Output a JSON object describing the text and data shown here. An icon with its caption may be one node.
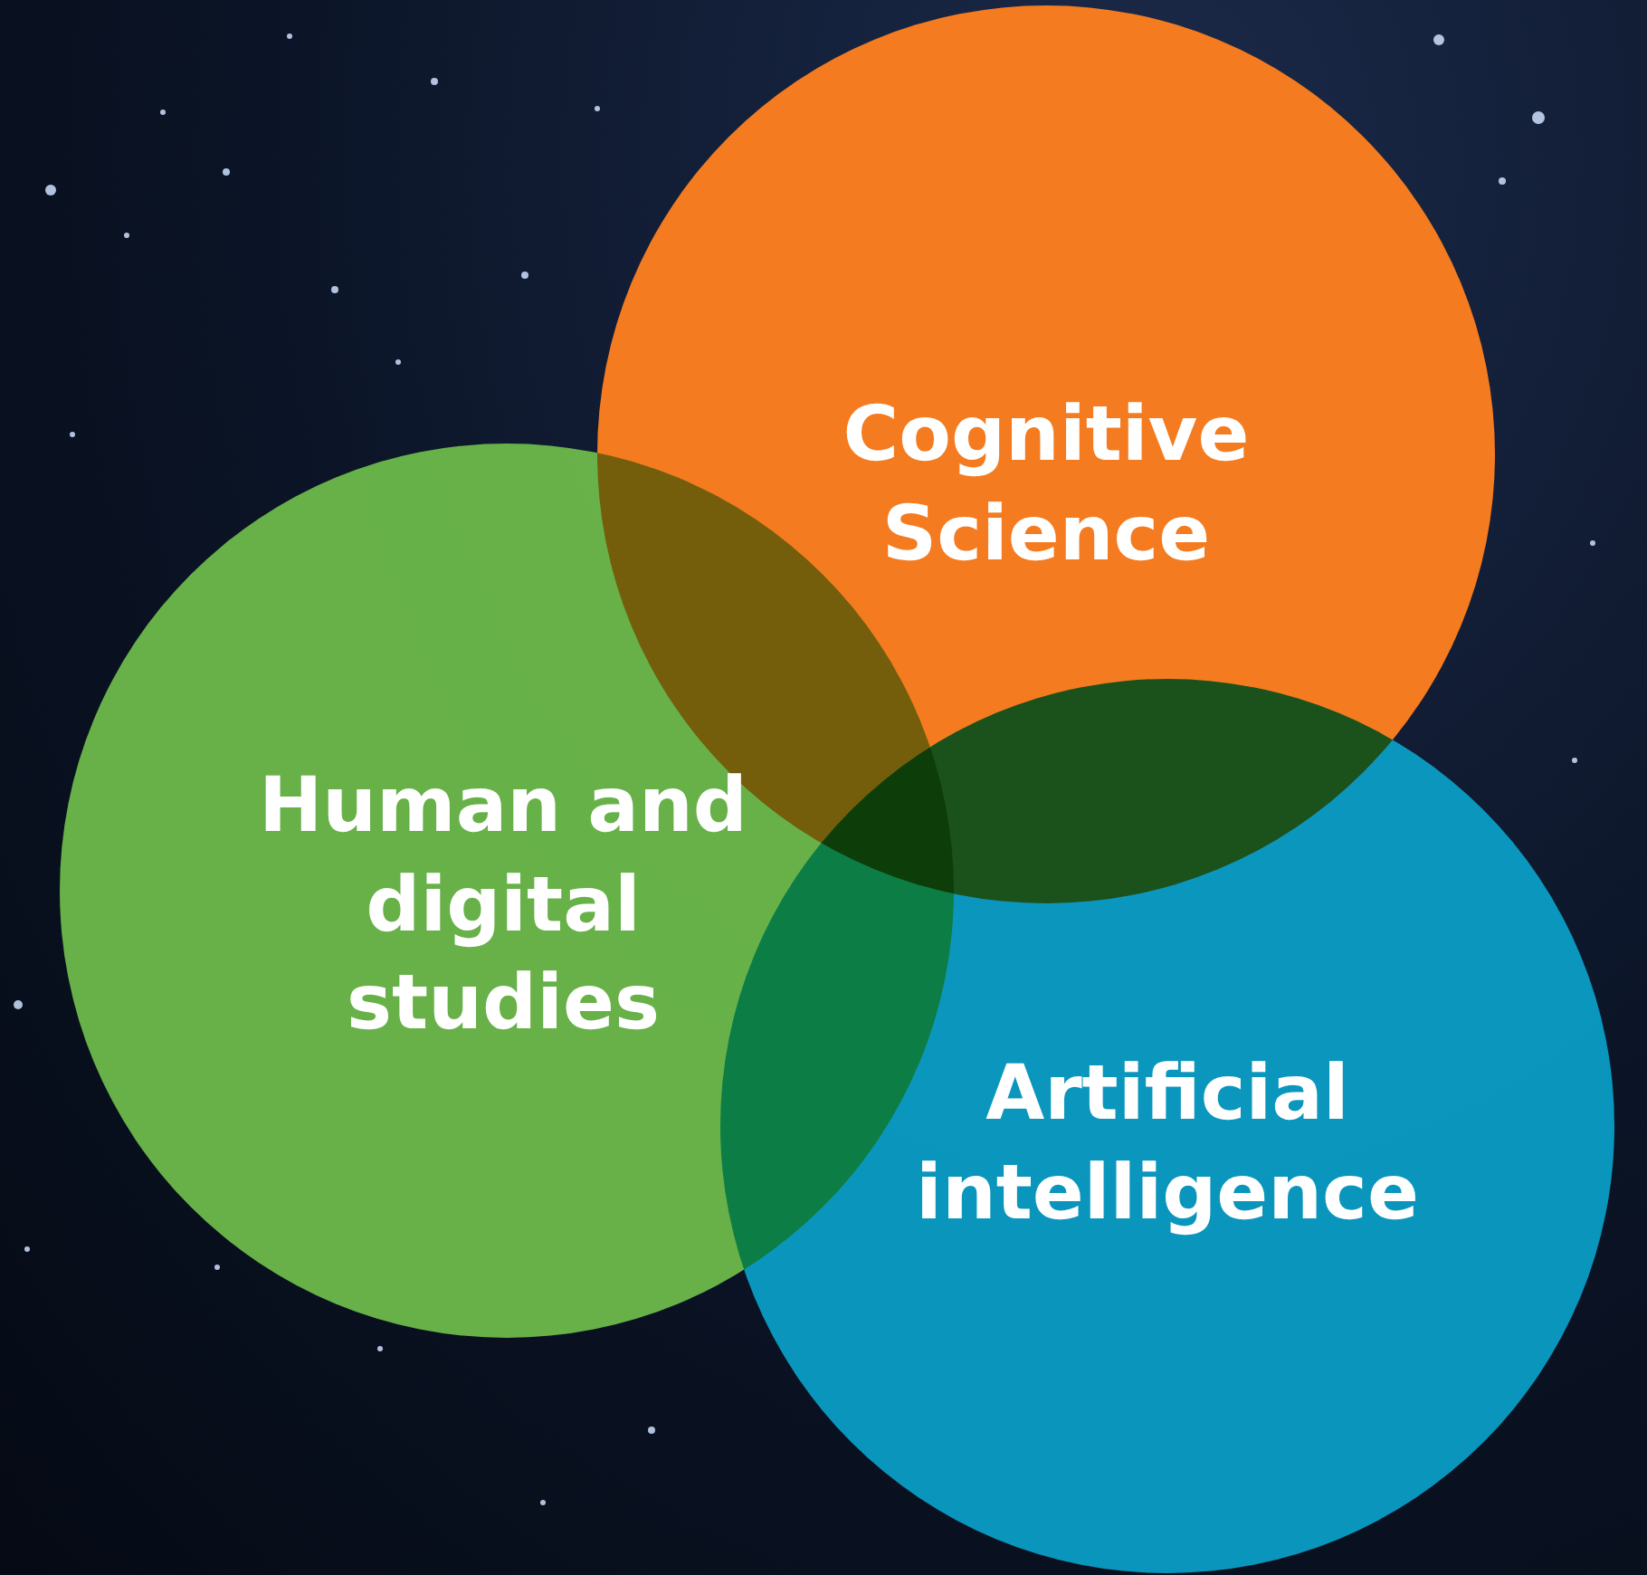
{
  "diagram": {
    "nodes": [
      {
        "text": [
          "Cognitive Science"
        ]
      },
      {
        "text": [
          "Human and digital studies"
        ]
      },
      {
        "text": [
          "Artificial intelligence"
        ]
      }
    ]
  }
}
